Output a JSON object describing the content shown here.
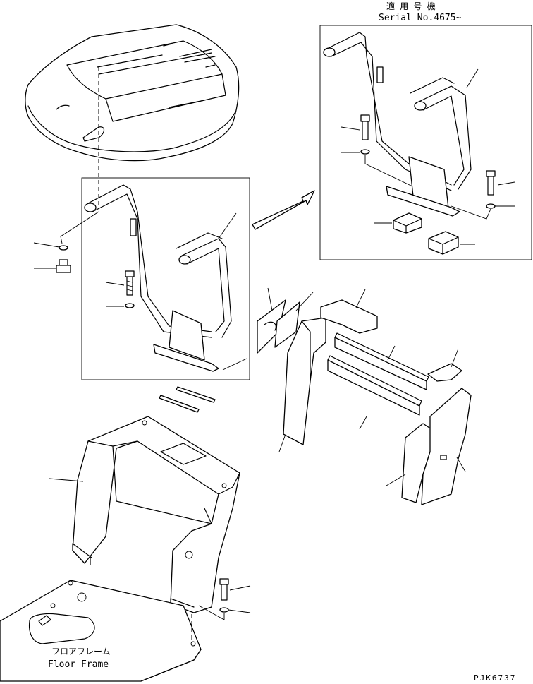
{
  "serial_note": {
    "japanese": "適 用 号 機",
    "english": "Serial No.4675~"
  },
  "floor_frame": {
    "japanese": "フロアフレーム",
    "english": "Floor Frame"
  },
  "drawing_code": "PJK6737"
}
